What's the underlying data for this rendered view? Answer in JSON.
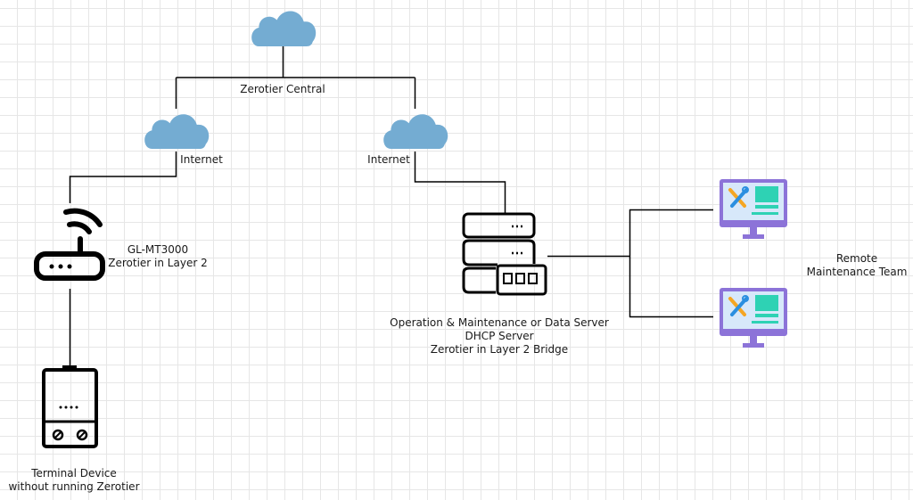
{
  "labels": {
    "zerotier_central": "Zerotier Central",
    "internet_left": "Internet",
    "internet_right": "Internet",
    "router_line1": "GL-MT3000",
    "router_line2": "Zerotier in Layer 2",
    "server_line1": "Operation & Maintenance or Data Server",
    "server_line2": "DHCP Server",
    "server_line3": "Zerotier in Layer 2 Bridge",
    "remote_line1": "Remote",
    "remote_line2": "Maintenance Team",
    "terminal_line1": "Terminal Device",
    "terminal_line2": "without running  Zerotier"
  },
  "colors": {
    "cloud": "#74acd2",
    "line": "#000000",
    "monitor_frame": "#8c73d8",
    "monitor_screen": "#d7e8fa",
    "monitor_accent": "#2ed2b4",
    "wrench": "#2b8fe0",
    "screwdriver": "#f5a623"
  },
  "icons": [
    "cloud-icon",
    "router-icon",
    "server-icon",
    "terminal-device-icon",
    "monitor-tools-icon"
  ]
}
